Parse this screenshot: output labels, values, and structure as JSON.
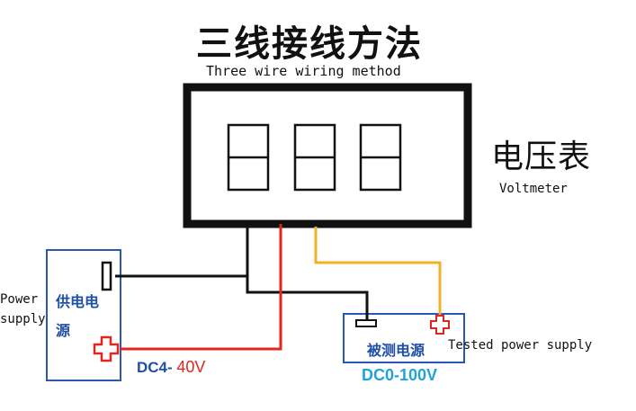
{
  "title_cn": "三线接线方法",
  "title_en": "Three wire wiring method",
  "meter": {
    "label_cn": "电压表",
    "label_en": "Voltmeter",
    "digits": [
      "8",
      "8",
      "8"
    ]
  },
  "power_supply": {
    "label_en": "Power supply",
    "label_cn": "供电电源",
    "range_prefix": "DC4-",
    "range_value": "40V"
  },
  "tested_supply": {
    "label_cn": "被测电源",
    "label_en": "Tested power supply",
    "range": "DC0-100V"
  },
  "colors": {
    "red_wire": "#e0261e",
    "yellow_wire": "#f3b12a",
    "black_wire": "#111111",
    "box_outline": "#2b58b0",
    "blue_text": "#1f4fa6",
    "cyan_text": "#1ea3d8"
  },
  "icons": [
    "minus-terminal-icon",
    "plus-terminal-icon"
  ]
}
